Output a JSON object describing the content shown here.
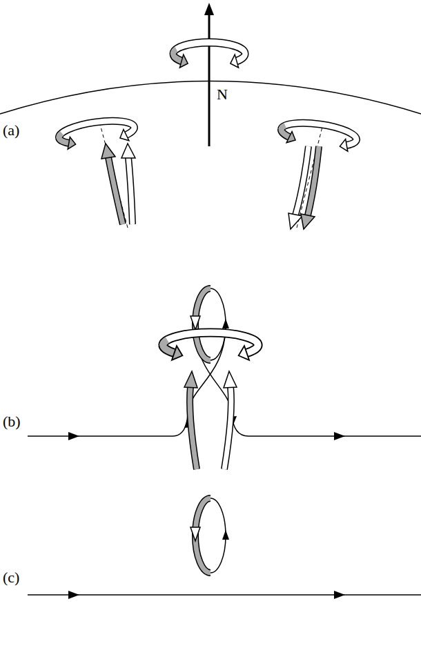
{
  "diagram": {
    "labels": [
      "N",
      "(a)",
      "(b)",
      "(c)"
    ]
  }
}
